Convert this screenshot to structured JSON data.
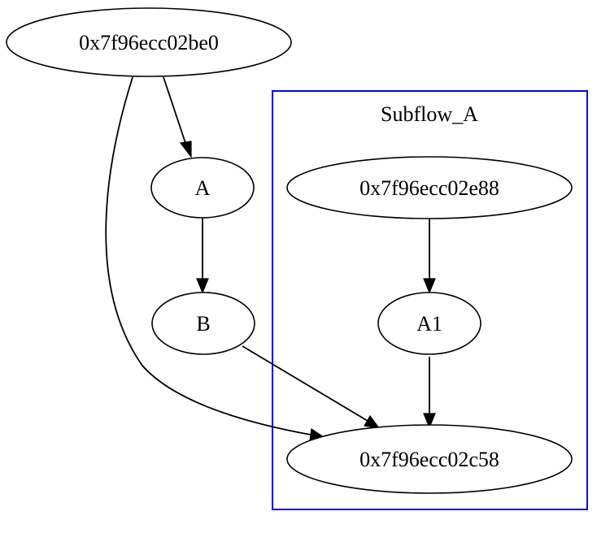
{
  "diagram": {
    "cluster": {
      "label": "Subflow_A",
      "border_color": "#0000ff"
    },
    "nodes": {
      "root": "0x7f96ecc02be0",
      "a": "A",
      "b": "B",
      "sub_entry": "0x7f96ecc02e88",
      "a1": "A1",
      "sink": "0x7f96ecc02c58"
    },
    "edges": [
      {
        "from": "root",
        "to": "a"
      },
      {
        "from": "a",
        "to": "b"
      },
      {
        "from": "b",
        "to": "sink"
      },
      {
        "from": "root",
        "to": "sink"
      },
      {
        "from": "sub_entry",
        "to": "a1"
      },
      {
        "from": "a1",
        "to": "sink"
      }
    ]
  }
}
